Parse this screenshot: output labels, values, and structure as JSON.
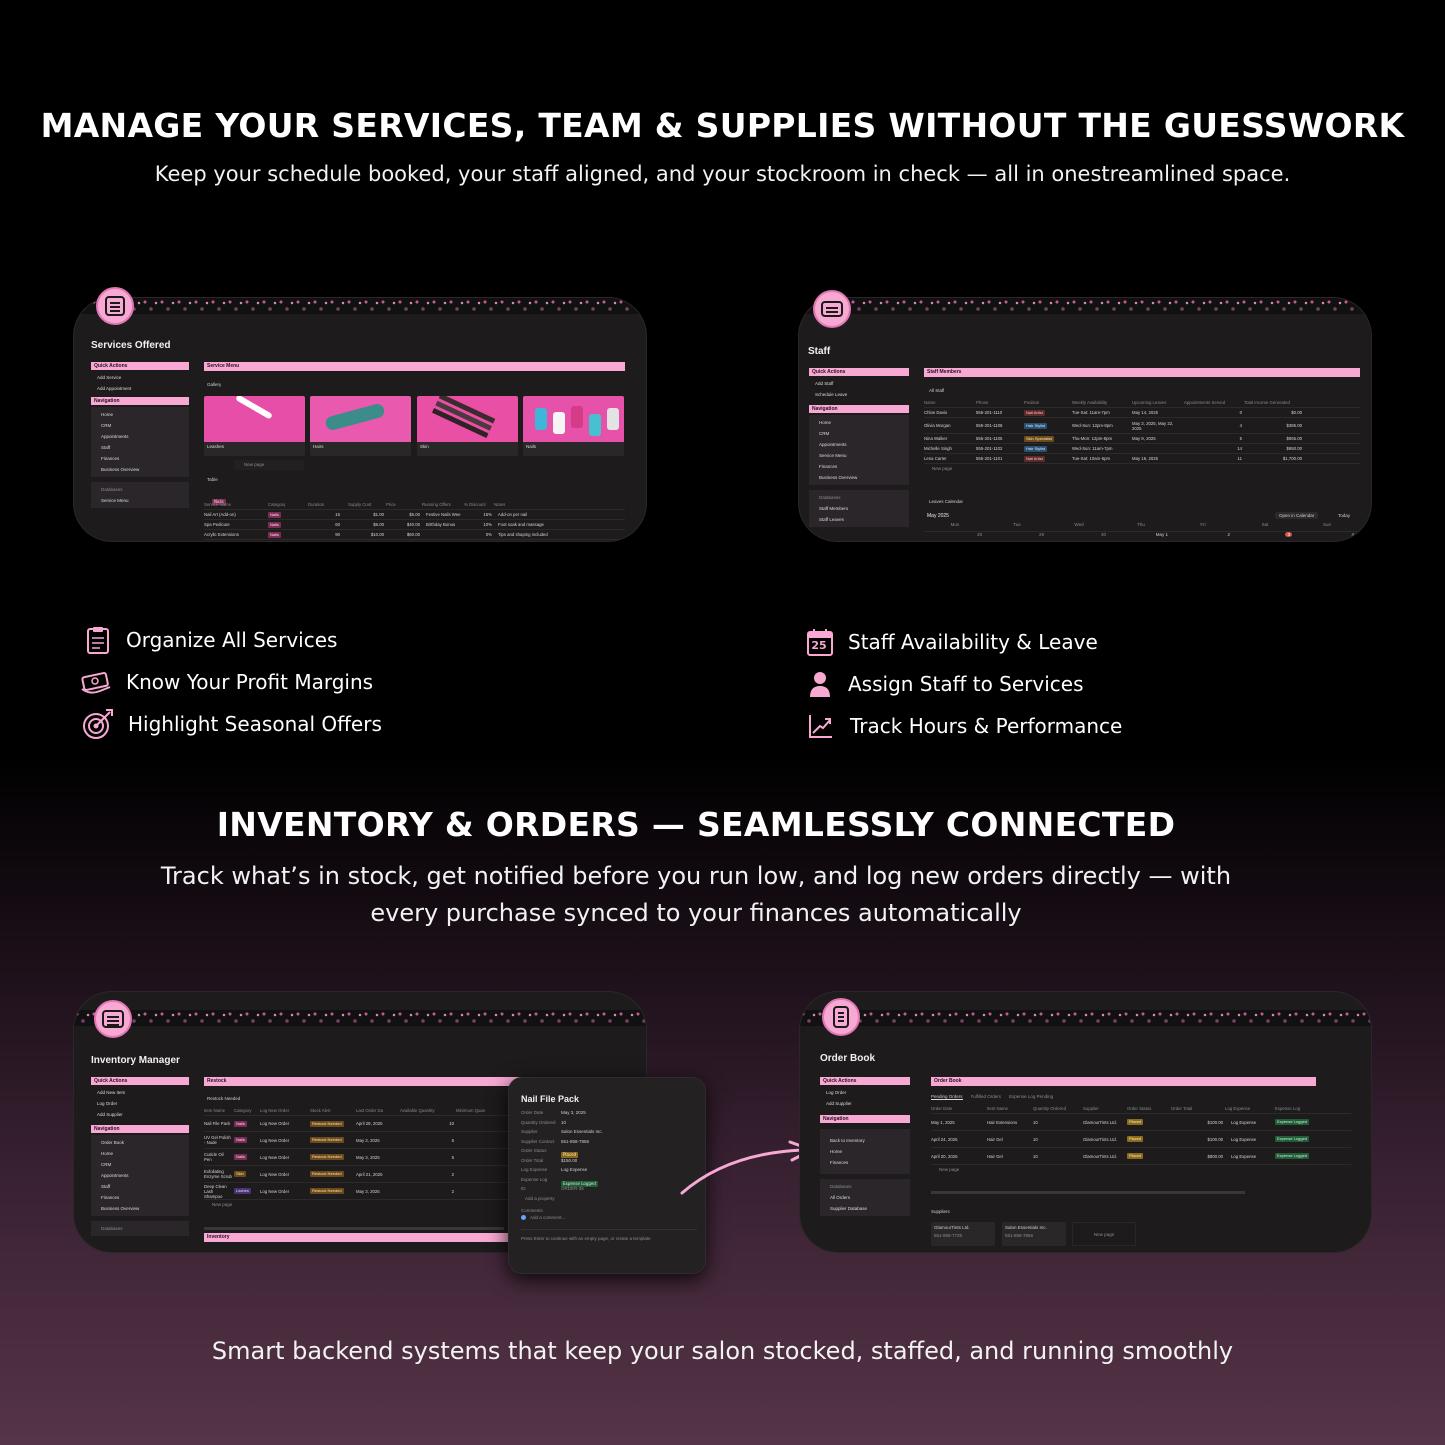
{
  "headline1": "MANAGE YOUR SERVICES, TEAM & SUPPLIES WITHOUT THE GUESSWORK",
  "subline1": "Keep your schedule booked, your staff aligned, and your stockroom in check — all in onestreamlined space.",
  "services_panel": {
    "title": "Services Offered",
    "quick_actions_label": "Quick Actions",
    "quick_actions": [
      "Add Service",
      "Add Appointment"
    ],
    "navigation_label": "Navigation",
    "nav_items": [
      "Home",
      "CRM",
      "Appointments",
      "Staff",
      "Finances",
      "Business Overview"
    ],
    "databases_label": "Databases",
    "databases": [
      "Service Menu"
    ],
    "main_header": "Service Menu",
    "gallery_label": "Gallery",
    "gallery": [
      "Leashes",
      "Hairs",
      "Skin",
      "Nails"
    ],
    "new_page": "New page",
    "table_label": "Table",
    "group_tag": "Nails",
    "columns": [
      "Service Name",
      "Category",
      "Duration",
      "Supply Cost",
      "Price",
      "Running Offers",
      "% Discount",
      "Notes"
    ],
    "rows": [
      [
        "Nail Art (Add-on)",
        "Nails",
        "15",
        "$1.00",
        "$5.00",
        "Festive Nails Wee",
        "15%",
        "Add-on per nail"
      ],
      [
        "Spa Pedicure",
        "Nails",
        "60",
        "$6.00",
        "$40.00",
        "Birthday Bonus",
        "10%",
        "Foot soak and massage"
      ],
      [
        "Acrylic Extensions",
        "Nails",
        "90",
        "$10.00",
        "$60.00",
        "",
        "0%",
        "Tips and shaping included"
      ]
    ]
  },
  "staff_panel": {
    "title": "Staff",
    "quick_actions_label": "Quick Actions",
    "quick_actions": [
      "Add Staff",
      "Schedule Leave"
    ],
    "navigation_label": "Navigation",
    "nav_items": [
      "Home",
      "CRM",
      "Appointments",
      "Service Menu",
      "Finances",
      "Business Overview"
    ],
    "databases_label": "Databases",
    "databases": [
      "Staff Members",
      "Staff Leaves"
    ],
    "main_header": "Staff Members",
    "view_label": "All Staff",
    "columns": [
      "Name",
      "Phone",
      "Position",
      "Weekly Availability",
      "Upcoming Leaves",
      "Appointments Served",
      "Total Income Generated"
    ],
    "rows": [
      [
        "Chloe Davis",
        "555-201-1110",
        "Nail Artist",
        "Tue-Sat: 11am-7pm",
        "May 14, 2025",
        "0",
        "$0.00"
      ],
      [
        "Olivia Morgan",
        "555-201-1108",
        "Hair Stylist",
        "Wed-Sun: 12pm-8pm",
        "May 3, 2025, May 22, 2025",
        "4",
        "$385.00"
      ],
      [
        "Nina Walker",
        "555-201-1105",
        "Skin Specialist",
        "Thu-Mon: 12pm-8pm",
        "May 9, 2025",
        "5",
        "$965.00"
      ],
      [
        "Michelle Singh",
        "555-201-1102",
        "Hair Stylist",
        "Wed-Sun: 11am-7pm",
        "",
        "14",
        "$950.00"
      ],
      [
        "Lena Carter",
        "555-201-1101",
        "Nail Artist",
        "Tue-Sat: 10am-6pm",
        "May 16, 2025",
        "11",
        "$1,700.00"
      ]
    ],
    "new_page": "New page",
    "calendar_label": "Leaves Calendar",
    "calendar_month": "May 2025",
    "open_calendar": "Open in Calendar",
    "today": "Today",
    "weekdays": [
      "Mon",
      "Tue",
      "Wed",
      "Thu",
      "Fri",
      "Sat",
      "Sun"
    ],
    "days": [
      "28",
      "29",
      "30",
      "May 1",
      "2",
      "3",
      "4"
    ]
  },
  "features_left": [
    "Organize All Services",
    "Know Your Profit Margins",
    "Highlight Seasonal Offers"
  ],
  "features_right": [
    "Staff Availability & Leave",
    "Assign Staff to Services",
    "Track Hours & Performance"
  ],
  "calendar_icon_day": "25",
  "headline2": "INVENTORY & ORDERS — SEAMLESSLY CONNECTED",
  "subline2a": "Track what’s in stock, get notified before you run low, and log new orders directly — with",
  "subline2b": "every purchase synced to your finances automatically",
  "inventory_panel": {
    "title": "Inventory Manager",
    "quick_actions_label": "Quick Actions",
    "quick_actions": [
      "Add New Item",
      "Log Order",
      "Add Supplier"
    ],
    "navigation_label": "Navigation",
    "nav_items": [
      "Order Book",
      "Home",
      "CRM",
      "Appointments",
      "Staff",
      "Finances",
      "Business Overview"
    ],
    "databases_label": "Databases",
    "main_header": "Restock",
    "view_label": "Restock Needed",
    "columns": [
      "Item Name",
      "Category",
      "Log New Order",
      "Stock Alert",
      "Last Order Da",
      "Available Quantity",
      "Minimum Quan"
    ],
    "rows": [
      [
        "Nail File Pack",
        "Nails",
        "Log New Order",
        "Restock Needed",
        "April 28, 2025",
        "10"
      ],
      [
        "UV Gel Polish - Nude",
        "Nails",
        "Log New Order",
        "Restock Needed",
        "May 3, 2025",
        "5"
      ],
      [
        "Cuticle Oil Pen",
        "Nails",
        "Log New Order",
        "Restock Needed",
        "May 3, 2025",
        "5"
      ],
      [
        "Exfoliating Enzyme Scrub",
        "Skin",
        "Log New Order",
        "Restock Needed",
        "April 21, 2025",
        "2"
      ],
      [
        "Deep Clean Lash Shampoo",
        "Lashes",
        "Log New Order",
        "Restock Needed",
        "May 3, 2025",
        "2"
      ]
    ],
    "new_page": "New page",
    "second_header": "Inventory"
  },
  "popup": {
    "title": "Nail File Pack",
    "fields": [
      [
        "Order Date",
        "May 3, 2025"
      ],
      [
        "Quantity Ordered",
        "10"
      ],
      [
        "Supplier",
        "Salon Essentials Inc."
      ],
      [
        "Supplier Contact",
        "551-858-7856"
      ],
      [
        "Order Status",
        "Placed"
      ],
      [
        "Order Total",
        "$150.00"
      ],
      [
        "Log Expense",
        "Log Expense"
      ],
      [
        "Expense Log",
        "Expense Logged"
      ],
      [
        "ID",
        "ORDER-35"
      ]
    ],
    "add_property": "Add a property",
    "comments_label": "Comments",
    "add_comment": "Add a comment...",
    "footer": "Press Enter to continue with an empty page, or create a template"
  },
  "order_panel": {
    "title": "Order Book",
    "quick_actions_label": "Quick Actions",
    "quick_actions": [
      "Log Order",
      "Add Supplier"
    ],
    "navigation_label": "Navigation",
    "nav_items": [
      "Back to Inventory",
      "Home",
      "Finances"
    ],
    "databases_label": "Databases",
    "databases": [
      "All Orders",
      "Supplier Database"
    ],
    "main_header": "Order Book",
    "tabs": [
      "Pending Orders",
      "Fulfilled Orders",
      "Expense Log Pending"
    ],
    "columns": [
      "Order Date",
      "Item Name",
      "Quantity Ordered",
      "Supplier",
      "Order Status",
      "Order Total",
      "Log Expense",
      "Expense Log"
    ],
    "rows": [
      [
        "May 1, 2025",
        "Hair Extensions",
        "10",
        "GlamourTints Ltd.",
        "Placed",
        "$100.00",
        "Log Expense",
        "Expense Logged"
      ],
      [
        "April 24, 2025",
        "Hair Gel",
        "10",
        "GlamourTints Ltd.",
        "Placed",
        "$100.00",
        "Log Expense",
        "Expense Logged"
      ],
      [
        "April 20, 2025",
        "Hair Gel",
        "10",
        "GlamourTints Ltd.",
        "Placed",
        "$800.00",
        "Log Expense",
        "Expense Logged"
      ]
    ],
    "new_page": "New page",
    "suppliers_label": "Suppliers",
    "suppliers": [
      [
        "GlamourTints Ltd.",
        "551-858-7725"
      ],
      [
        "Salon Essentials Inc.",
        "551-858-7856"
      ]
    ]
  },
  "footer_text": "Smart backend systems that keep your salon stocked, staffed, and running smoothly",
  "colors": {
    "accent_pink": "#f7a8d3",
    "panel_bg": "#1d1b1c"
  }
}
